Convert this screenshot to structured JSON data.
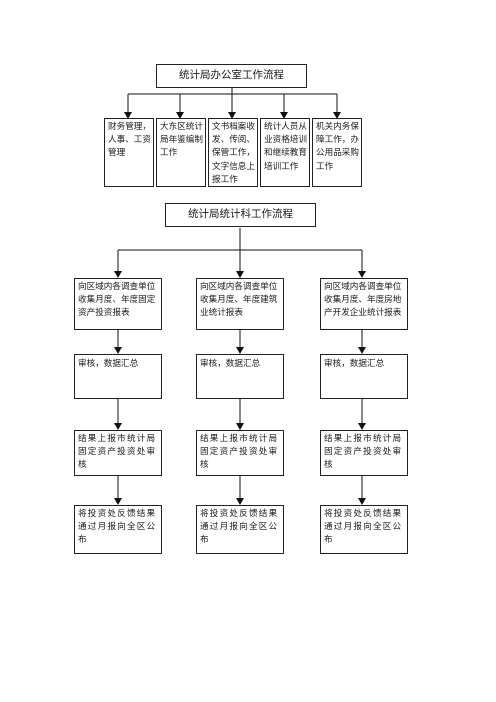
{
  "office": {
    "title": "统计局办公室工作流程",
    "tasks": [
      "财务管理，人事、工资管理",
      "大东区统计局年鉴编制工作",
      "文书档案收发、传阅、保管工作，文字信息上报工作",
      "统计人员从业资格培训和继续教育培训工作",
      "机关内务保障工作，办公用品采购工作"
    ]
  },
  "stats": {
    "title": "统计局统计科工作流程",
    "columns": [
      {
        "survey": "向区域内各调查单位收集月度、年度固定资产投资报表",
        "review": "审核，数据汇总",
        "report": "结果上报市统计局固定资产投资处审核",
        "publish": "将投资处反馈结果通过月报向全区公布"
      },
      {
        "survey": "向区域内各调查单位收集月度、年度建筑业统计报表",
        "review": "审核，数据汇总",
        "report": "结果上报市统计局固定资产投资处审核",
        "publish": "将投资处反馈结果通过月报向全区公布"
      },
      {
        "survey": "向区域内各调查单位收集月度、年度房地产开发企业统计报表",
        "review": "审核，数据汇总",
        "report": "结果上报市统计局固定资产投资处审核",
        "publish": "将投资处反馈结果通过月报向全区公布"
      }
    ]
  }
}
